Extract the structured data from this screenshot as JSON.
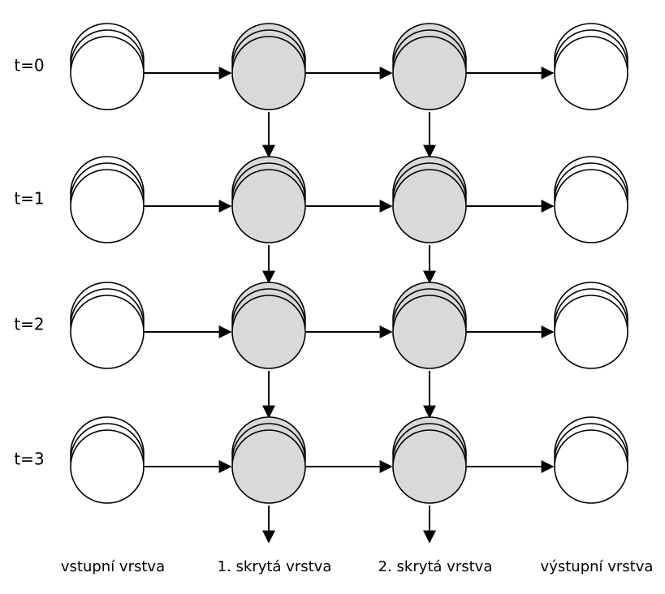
{
  "time_steps": [
    "t=0",
    "t=1",
    "t=2",
    "t=3"
  ],
  "layers": [
    {
      "label": "vstupní vrstva",
      "kind": "input"
    },
    {
      "label": "1. skrytá vrstva",
      "kind": "hidden"
    },
    {
      "label": "2. skrytá vrstva",
      "kind": "hidden"
    },
    {
      "label": "výstupní vrstva",
      "kind": "output"
    }
  ],
  "colors": {
    "input_fill": "#ffffff",
    "hidden_fill": "#d9d9d9",
    "output_fill": "#ffffff",
    "stroke": "#000000",
    "background": "#ffffff"
  }
}
